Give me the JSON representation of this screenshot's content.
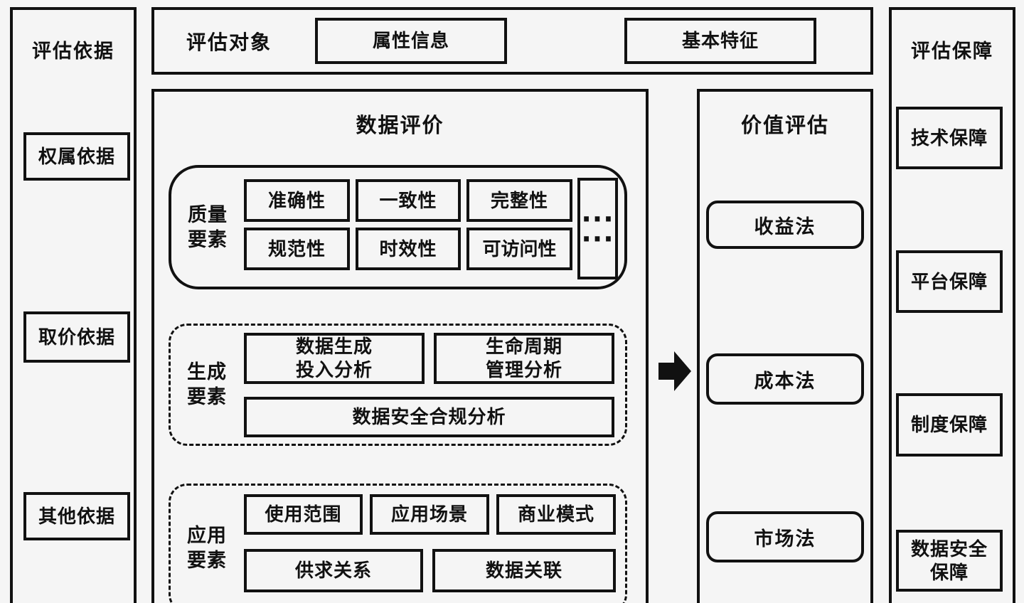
{
  "colors": {
    "background": "#f5f5f5",
    "line": "#111111"
  },
  "left_panel": {
    "title": "评估依据",
    "items": [
      "权属依据",
      "取价依据",
      "其他依据"
    ]
  },
  "top_panel": {
    "title": "评估对象",
    "items": [
      "属性信息",
      "基本特征"
    ]
  },
  "data_panel": {
    "title": "数据评价",
    "quality": {
      "label": [
        "质量",
        "要素"
      ],
      "row1": [
        "准确性",
        "一致性",
        "完整性"
      ],
      "row2": [
        "规范性",
        "时效性",
        "可访问性"
      ],
      "more": [
        "···",
        "···"
      ]
    },
    "generation": {
      "label": [
        "生成",
        "要素"
      ],
      "box1": [
        "数据生成",
        "投入分析"
      ],
      "box2": [
        "生命周期",
        "管理分析"
      ],
      "box3": "数据安全合规分析"
    },
    "application": {
      "label": [
        "应用",
        "要素"
      ],
      "row1": [
        "使用范围",
        "应用场景",
        "商业模式"
      ],
      "row2": [
        "供求关系",
        "数据关联"
      ]
    }
  },
  "value_panel": {
    "title": "价值评估",
    "methods": [
      "收益法",
      "成本法",
      "市场法"
    ]
  },
  "right_panel": {
    "title": "评估保障",
    "items": [
      "技术保障",
      "平台保障",
      "制度保障"
    ],
    "last_item": [
      "数据安全",
      "保障"
    ]
  },
  "arrow_icon": "arrow-right"
}
